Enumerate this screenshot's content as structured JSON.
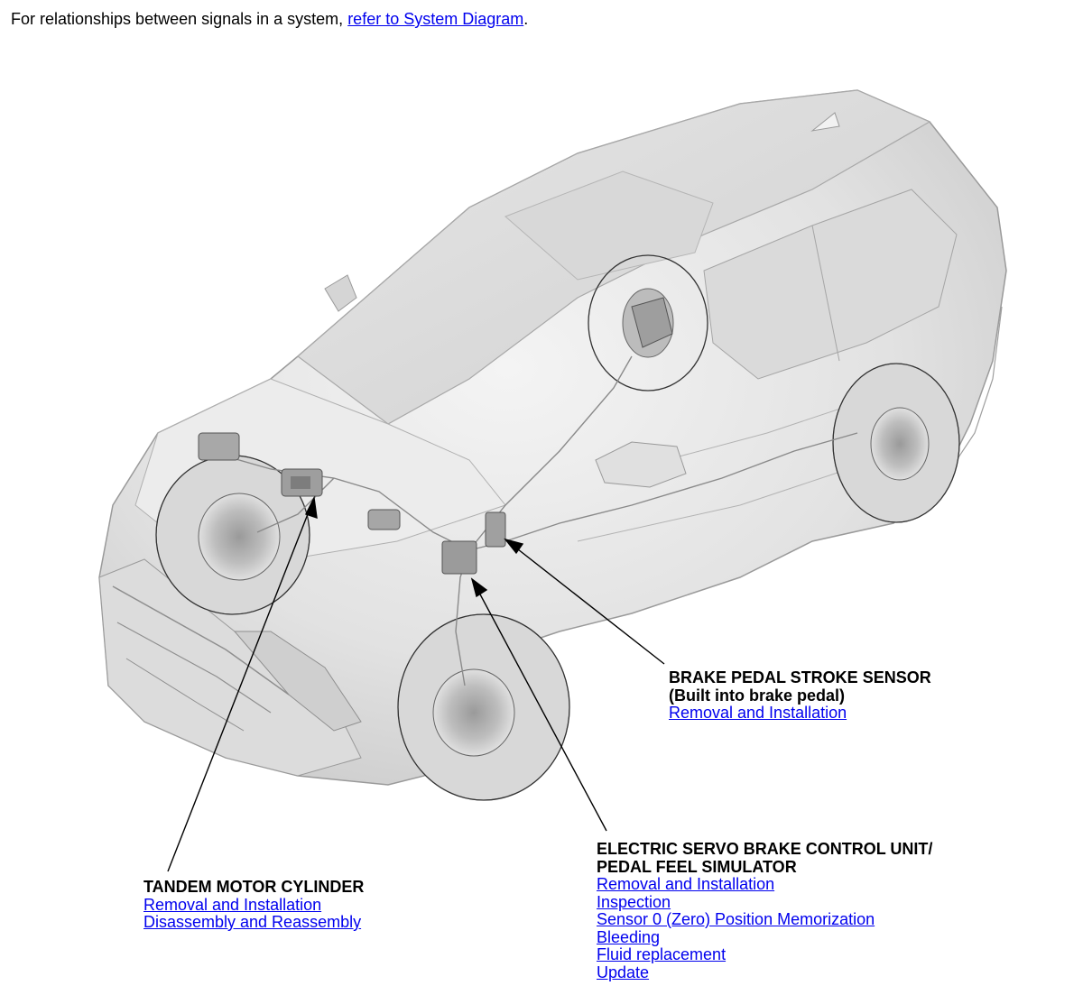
{
  "intro": {
    "text": "For relationships between signals in a system, ",
    "link": "refer to System Diagram",
    "suffix": "."
  },
  "callouts": {
    "brake_pedal_stroke_sensor": {
      "title": "BRAKE PEDAL STROKE SENSOR",
      "subtitle": "(Built into brake pedal)",
      "links": [
        "Removal and Installation"
      ]
    },
    "electric_servo_brake": {
      "title_line1": "ELECTRIC SERVO BRAKE CONTROL UNIT/",
      "title_line2": "PEDAL FEEL SIMULATOR",
      "links": [
        "Removal and Installation",
        "Inspection",
        "Sensor 0 (Zero) Position Memorization",
        "Bleeding",
        "Fluid replacement",
        "Update"
      ]
    },
    "tandem_motor_cylinder": {
      "title": "TANDEM MOTOR CYLINDER",
      "links": [
        "Removal and Installation",
        "Disassembly and Reassembly"
      ]
    }
  },
  "colors": {
    "link": "#0000ee",
    "text": "#000000",
    "car_body": "#e4e4e4",
    "car_outline": "#9a9a9a"
  }
}
